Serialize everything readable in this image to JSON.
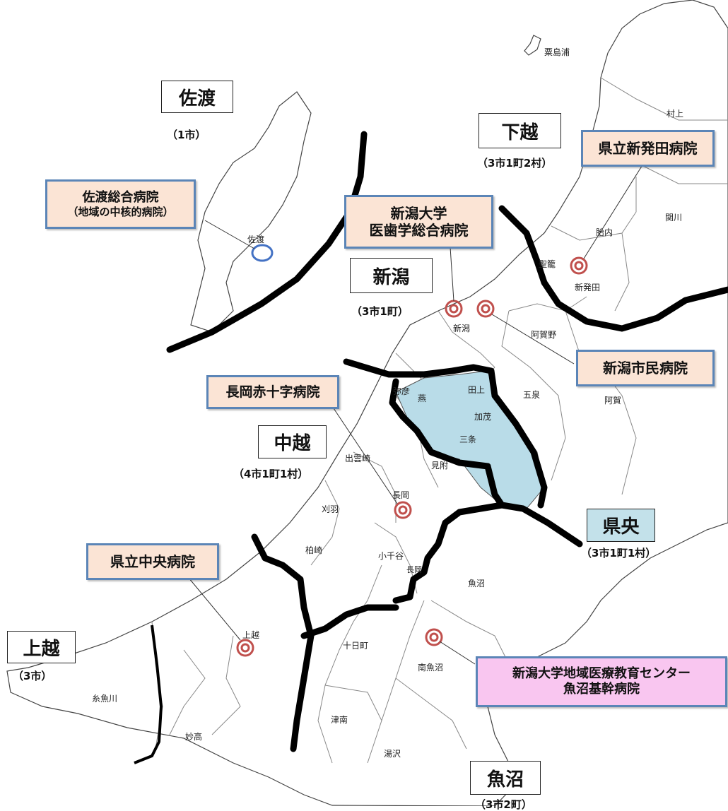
{
  "colors": {
    "hospital_fill": "#fbe4d5",
    "hospital_border": "#5b85b7",
    "special_fill": "#f9c6f0",
    "kenou_area": "#b9dce8",
    "boundary": "#000000",
    "hospital_marker": "#c0504d",
    "sado_marker": "#4472c4"
  },
  "regions": {
    "sado": {
      "name": "佐渡",
      "count": "（1市）"
    },
    "kaetsu": {
      "name": "下越",
      "count": "（3市1町2村）"
    },
    "niigata": {
      "name": "新潟",
      "count": "（3市1町）"
    },
    "chuetsu": {
      "name": "中越",
      "count": "（4市1町1村）"
    },
    "kenou": {
      "name": "県央",
      "count": "（3市1町1村）"
    },
    "joetsu": {
      "name": "上越",
      "count": "（3市）"
    },
    "uonuma": {
      "name": "魚沼",
      "count": "（3市2町）"
    }
  },
  "hospitals": {
    "sado": {
      "line1": "佐渡総合病院",
      "line2": "（地域の中核的病院）"
    },
    "niigata_univ": {
      "line1": "新潟大学",
      "line2": "医歯学総合病院"
    },
    "shibata": {
      "line1": "県立新発田病院"
    },
    "niigata_city": {
      "line1": "新潟市民病院"
    },
    "nagaoka": {
      "line1": "長岡赤十字病院"
    },
    "chuo": {
      "line1": "県立中央病院"
    },
    "uonuma": {
      "line1": "新潟大学地域医療教育センター",
      "line2": "魚沼基幹病院"
    }
  },
  "municipalities": {
    "awashimaura": "粟島浦",
    "murakami": "村上",
    "sekikawa": "関川",
    "tainai": "胎内",
    "seiro": "聖籠",
    "shibata": "新発田",
    "sado": "佐渡",
    "niigata": "新潟",
    "agano": "阿賀野",
    "aga": "阿賀",
    "gosen": "五泉",
    "tagami": "田上",
    "kamo": "加茂",
    "sanjo": "三条",
    "tsubame": "燕",
    "yahiko": "弥彦",
    "mitsuke": "見附",
    "izumozaki": "出雲崎",
    "nagaoka": "長岡",
    "kariwa": "刈羽",
    "kashiwazaki": "柏崎",
    "ojiya": "小千谷",
    "nagaoka2": "長岡",
    "uonuma": "魚沼",
    "joetsu": "上越",
    "tokamachi": "十日町",
    "minamiuonuma": "南魚沼",
    "itoigawa": "糸魚川",
    "tsunan": "津南",
    "myoko": "妙高",
    "yuzawa": "湯沢"
  }
}
